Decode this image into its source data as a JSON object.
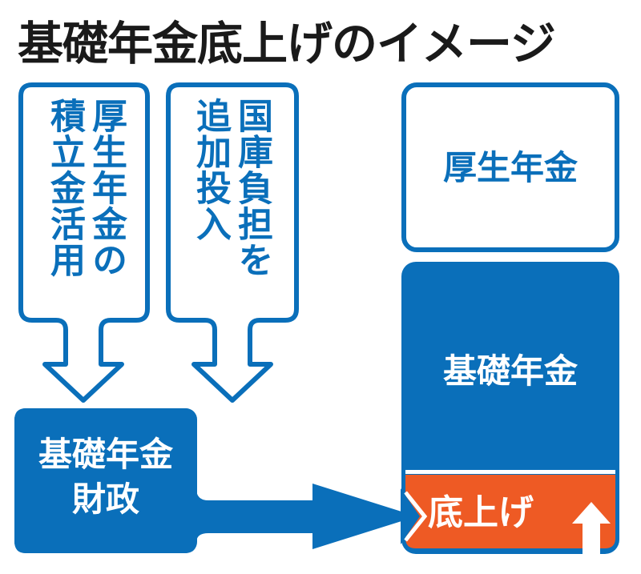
{
  "title": "基礎年金底上げのイメージ",
  "callouts": [
    {
      "lines": [
        "厚生年金の",
        "積立金活用"
      ]
    },
    {
      "lines": [
        "国庫負担を",
        "追加投入"
      ]
    }
  ],
  "source_box": {
    "lines": [
      "基礎年金",
      "財政"
    ]
  },
  "stack": {
    "top": "厚生年金",
    "middle": "基礎年金",
    "bottom": "底上げ"
  },
  "icons": {
    "flow_arrow": "arrow-right-icon",
    "callout_arrow": "arrow-down-icon",
    "raise_arrow": "arrow-up-icon"
  },
  "colors": {
    "blue": "#0a6fba",
    "orange": "#ee5a24",
    "white": "#ffffff",
    "title": "#1a1a1a"
  }
}
